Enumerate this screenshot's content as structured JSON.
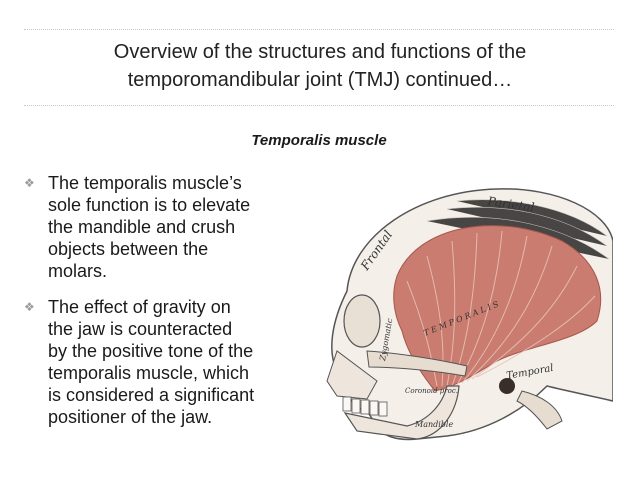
{
  "title": {
    "line1": "Overview of the structures and functions of the",
    "line2": "temporomandibular joint (TMJ) continued…"
  },
  "subtitle": "Temporalis muscle",
  "bullets": [
    {
      "lines": [
        "The temporalis muscle’s",
        "sole function is to elevate",
        "the mandible and crush",
        "objects between the",
        "molars."
      ]
    },
    {
      "lines": [
        "The effect of gravity on",
        "the jaw is counteracted",
        "by the positive tone of the",
        "temporalis muscle, which",
        "is considered a significant",
        "positioner of the jaw."
      ]
    }
  ],
  "figure": {
    "labels": {
      "parietal": "Parietal",
      "frontal": "Frontal",
      "temporal_muscle": "T E M P O R A L I S",
      "zygomatic": "Zygomatic",
      "coronoid": "Coronoid proc.",
      "temporal_bone": "Temporal",
      "mandible": "Mandible"
    }
  },
  "colors": {
    "muscle": "#c97c6f",
    "muscle_dark": "#a8564c",
    "bone_line": "#555555",
    "bullet_marker": "#9a9a9a"
  }
}
